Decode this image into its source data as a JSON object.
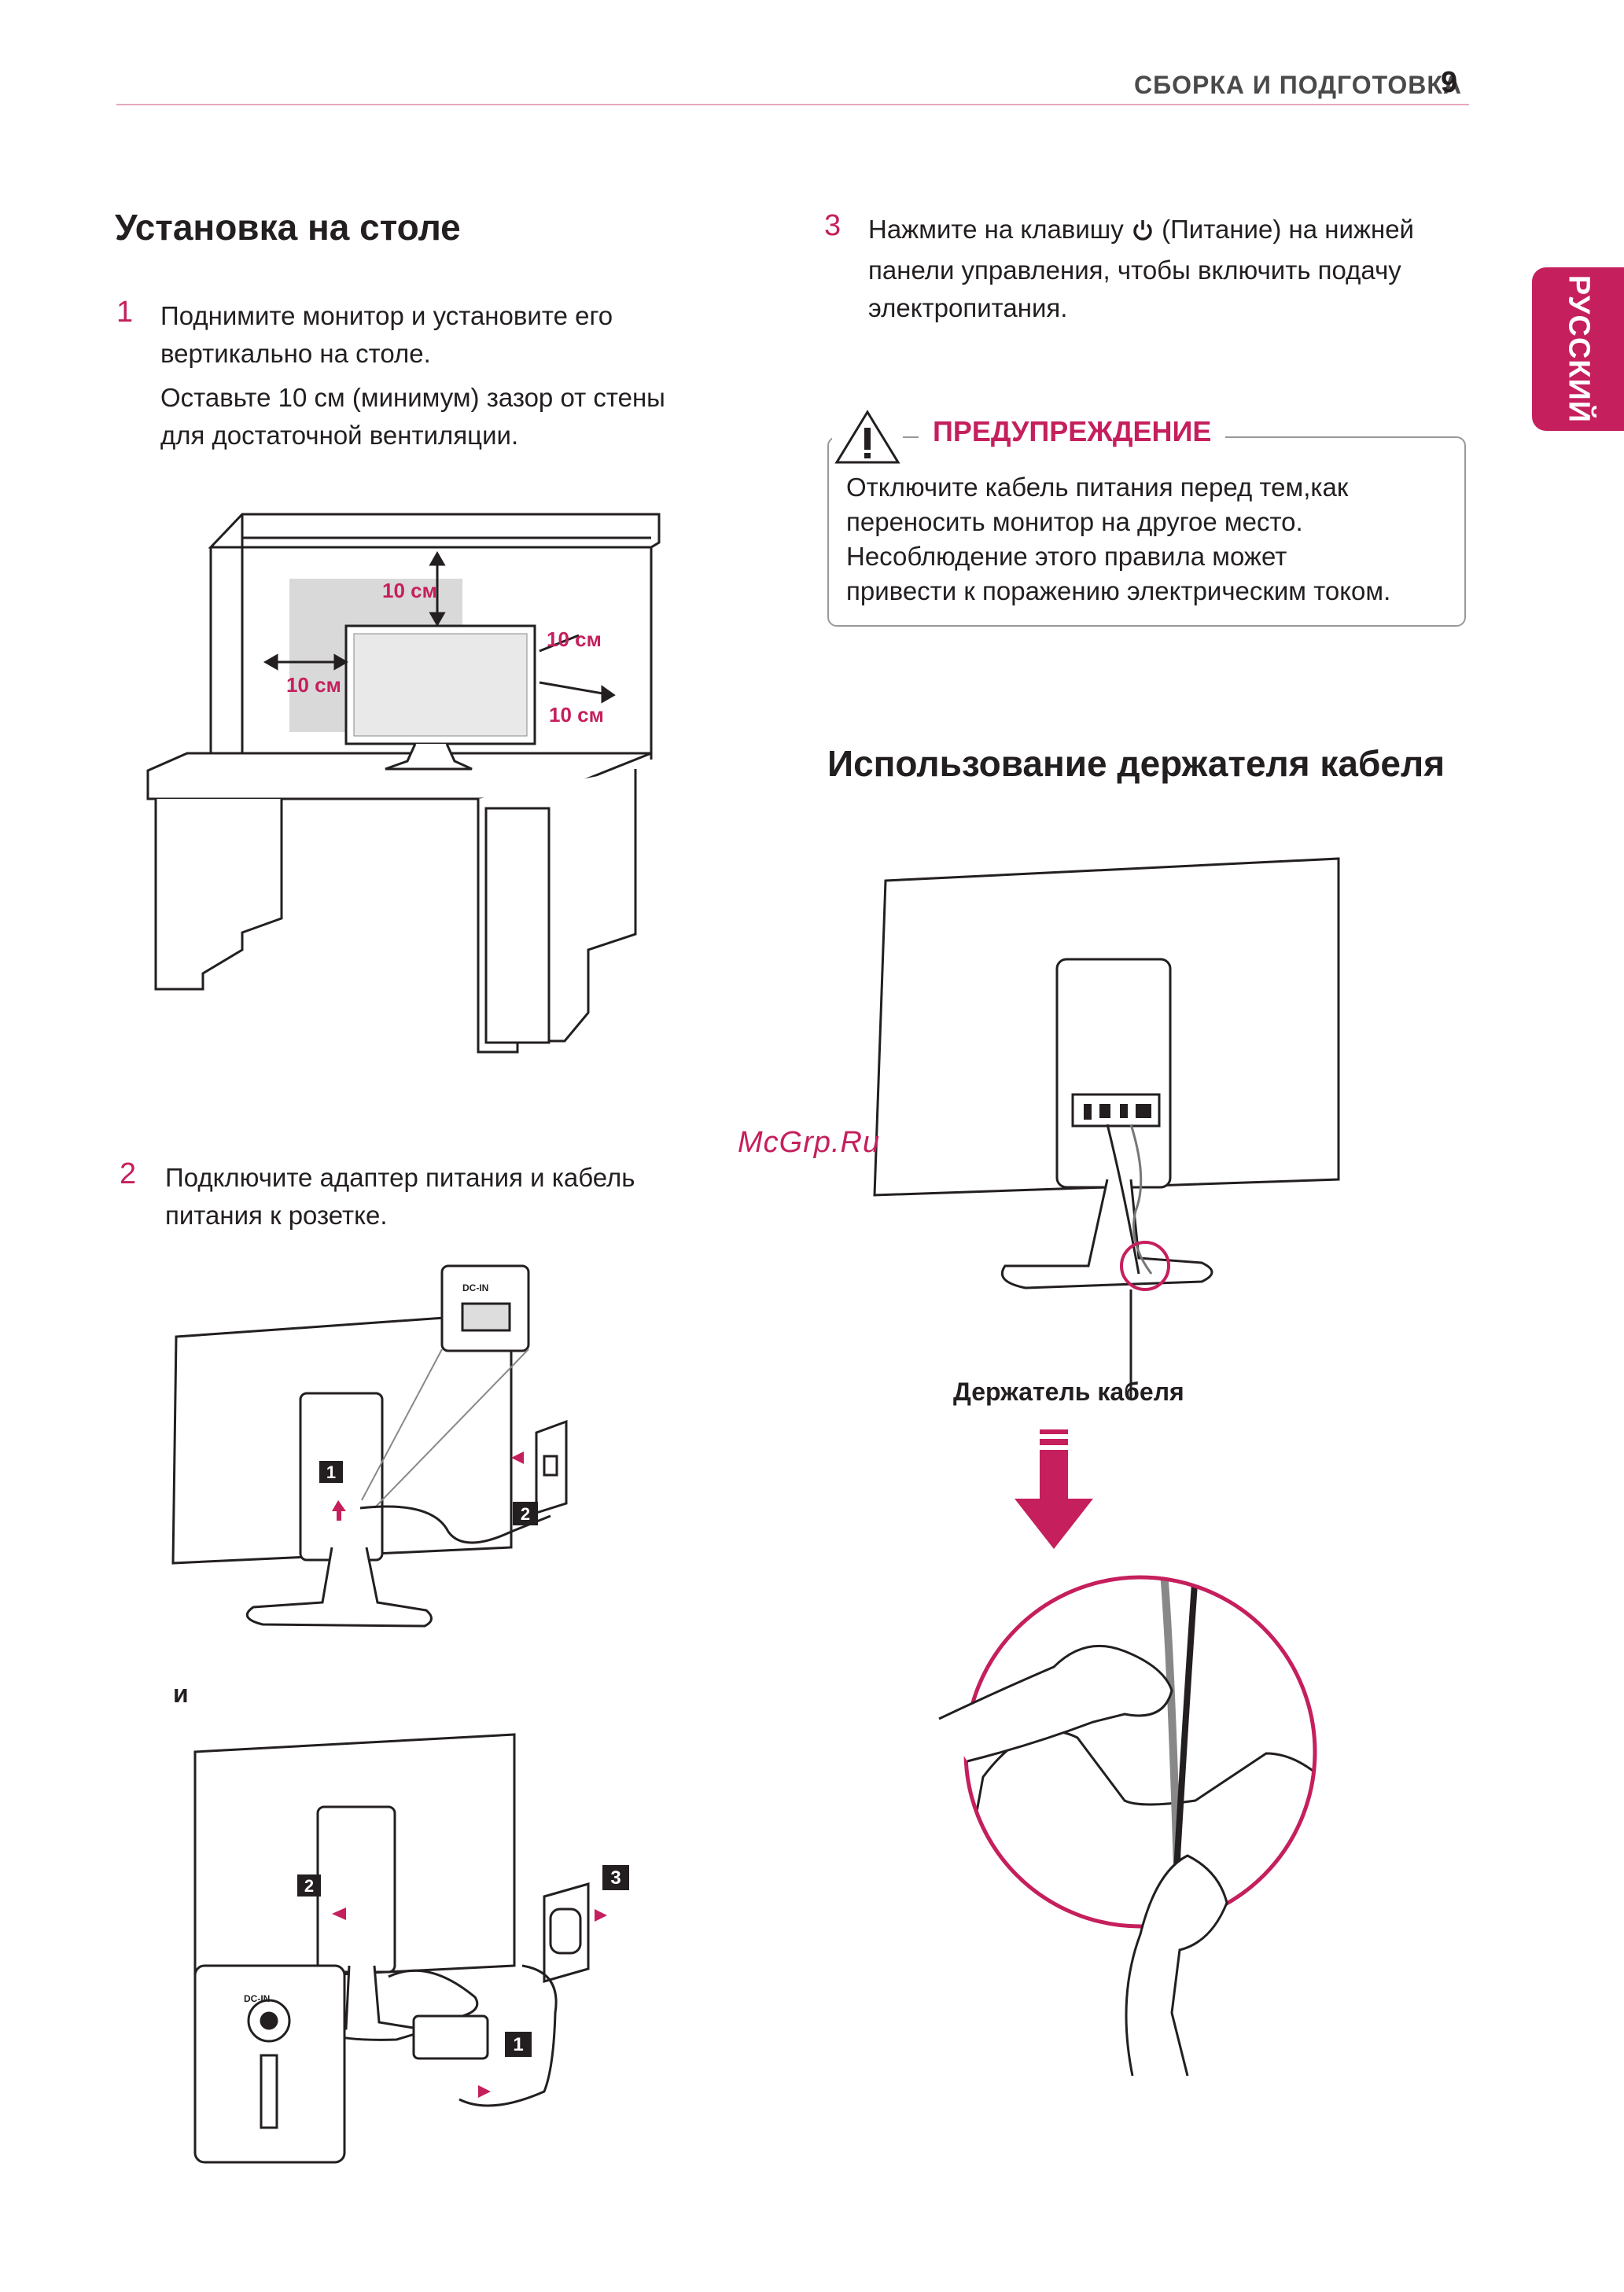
{
  "header": {
    "section": "СБОРКА И ПОДГОТОВКА",
    "page_number": "9"
  },
  "side_tab": "РУССКИЙ",
  "left": {
    "heading": "Установка на столе",
    "step1": {
      "number": "1",
      "line1": "Поднимите монитор и установите его",
      "line2": "вертикально на столе.",
      "line3": "Оставьте 10 см (минимум) зазор от стены",
      "line4": "для достаточной вентиляции."
    },
    "desk_labels": {
      "top": "10 см",
      "left": "10 см",
      "right_top": "10 см",
      "right_bottom": "10 см"
    },
    "step2": {
      "number": "2",
      "line1": "Подключите адаптер питания и кабель",
      "line2": "питания к розетке."
    },
    "conj": "и",
    "badges": [
      "1",
      "2",
      "3"
    ],
    "port_label": "DC-IN"
  },
  "right": {
    "step3": {
      "number": "3",
      "line1_a": "Нажмите на клавишу",
      "line1_b": "(Питание) на нижней",
      "line2": "панели управления, чтобы включить подачу",
      "line3": "электропитания."
    },
    "warning": {
      "title": "ПРЕДУПРЕЖДЕНИЕ",
      "line1": "Отключите кабель питания перед тем,как",
      "line2": "переносить монитор на другое место.",
      "line3": "Несоблюдение этого правила может",
      "line4": "привести к поражению электрическим током."
    },
    "heading": "Использование держателя кабеля",
    "caption": "Держатель кабеля"
  },
  "watermark": "McGrp.Ru",
  "colors": {
    "accent": "#c51f5d",
    "text": "#231f20",
    "rule": "#e7a6bf"
  }
}
